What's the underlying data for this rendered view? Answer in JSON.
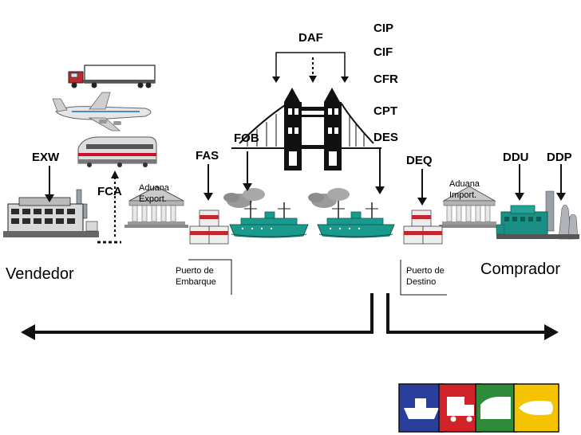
{
  "terms": {
    "exw": "EXW",
    "fca": "FCA",
    "fas": "FAS",
    "fob": "FOB",
    "daf": "DAF",
    "cip": "CIP",
    "cif": "CIF",
    "cfr": "CFR",
    "cpt": "CPT",
    "des": "DES",
    "deq": "DEQ",
    "ddu": "DDU",
    "ddp": "DDP"
  },
  "places": {
    "seller": "Vendedor",
    "buyer": "Comprador",
    "export_customs_1": "Aduana",
    "export_customs_2": "Export.",
    "import_customs_1": "Aduana",
    "import_customs_2": "Import.",
    "port_embark_1": "Puerto de",
    "port_embark_2": "Embarque",
    "port_dest_1": "Puerto de",
    "port_dest_2": "Destino"
  },
  "icons": [
    "truck-icon",
    "airplane-icon",
    "train-icon",
    "factory-icon",
    "customs-building-icon",
    "containers-icon",
    "steamship-icon",
    "tower-bridge-icon",
    "industrial-plant-icon",
    "transport-mode-icons"
  ],
  "colors": {
    "ship_teal": "#1a9a8c",
    "container_red": "#c0282d",
    "train_red": "#c8102e",
    "mode_blue": "#2a3f9c",
    "mode_red": "#d2232a",
    "mode_green": "#2e8b3a",
    "mode_yellow": "#f5c400"
  }
}
